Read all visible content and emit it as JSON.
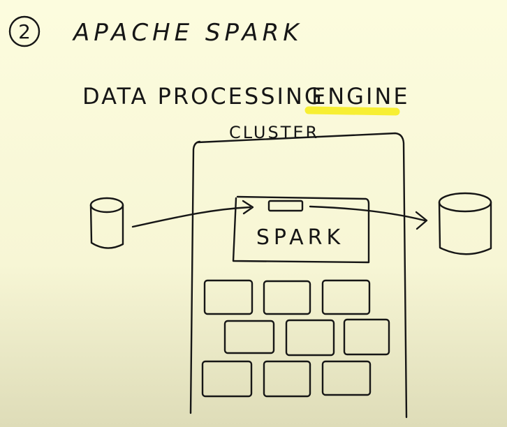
{
  "heading": {
    "number": "2",
    "title": "APACHE SPARK"
  },
  "subtitle": {
    "prefix": "DATA PROCESSING",
    "highlight": "ENGINE"
  },
  "cluster": {
    "label": "CLUSTER",
    "engine_label": "SPARK",
    "worker_count": 9
  },
  "colors": {
    "background_top": "#fcfcde",
    "background_bottom": "#dedcb8",
    "ink": "#161616",
    "highlight": "#f7ee2a"
  }
}
